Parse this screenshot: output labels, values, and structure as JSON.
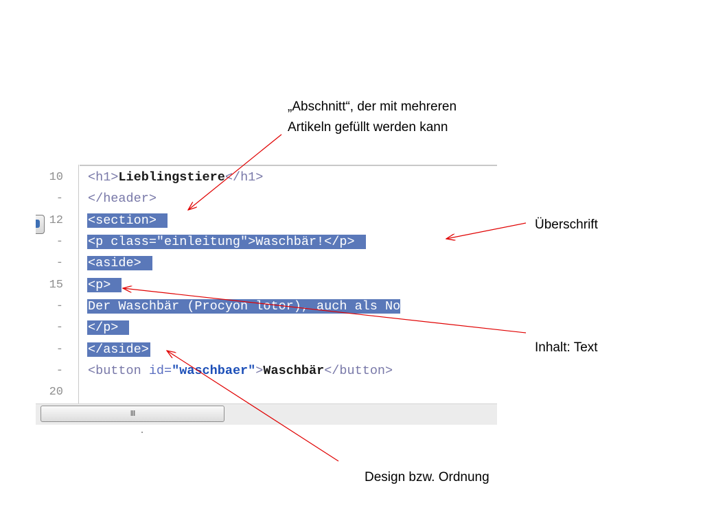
{
  "editor": {
    "line_numbers": [
      "10",
      "-",
      "12",
      "-",
      "-",
      "15",
      "-",
      "-",
      "-",
      "-",
      "20"
    ],
    "lines": {
      "l10": {
        "open": "<h1>",
        "text": "Lieblingstiere",
        "close": "</h1>"
      },
      "l11": {
        "tag": "</header>"
      },
      "l12": {
        "code": "<section>"
      },
      "l13": {
        "code": "<p class=\"einleitung\">Waschbär!</p>"
      },
      "l14": {
        "code": "<aside>"
      },
      "l15": {
        "code": "<p>"
      },
      "l16": {
        "code": "Der Waschbär (Procyon lotor), auch als No"
      },
      "l17": {
        "code": "</p>"
      },
      "l18": {
        "code": "</aside>"
      },
      "l19": {
        "open": "<button ",
        "attr": "id=",
        "value": "\"waschbaer\"",
        "gt": ">",
        "text": "Waschbär",
        "close": "</button>"
      }
    },
    "scrollbar": {
      "thumb_grip": "III"
    }
  },
  "annotations": {
    "section": {
      "line1": "„Abschnitt“, der mit mehreren",
      "line2": "Artikeln gefüllt werden kann"
    },
    "heading": {
      "text": "Überschrift"
    },
    "content": {
      "text": "Inhalt: Text"
    },
    "design": {
      "text": "Design bzw. Ordnung"
    }
  },
  "colors": {
    "selection": "#5a78b9",
    "arrow": "#e00000",
    "tag": "#7878a8",
    "string": "#1c4fb8"
  }
}
